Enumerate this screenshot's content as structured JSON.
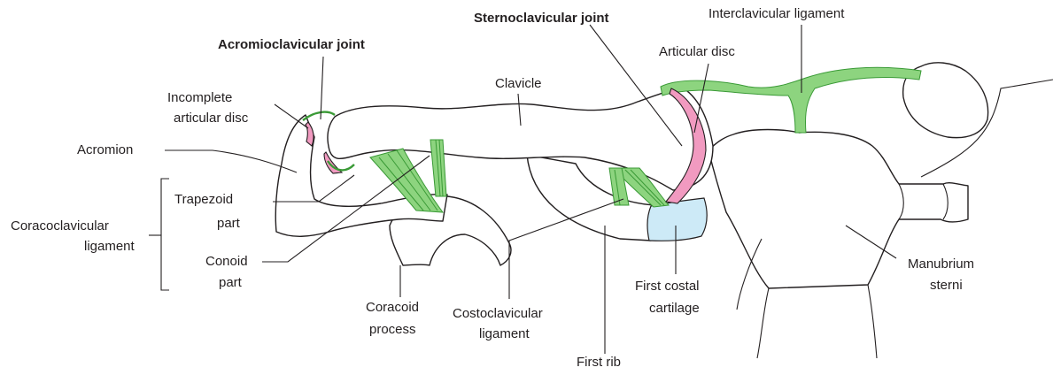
{
  "labels": {
    "acromioclavicular_joint": "Acromioclavicular joint",
    "sternoclavicular_joint": "Sternoclavicular joint",
    "interclavicular_ligament": "Interclavicular ligament",
    "articular_disc": "Articular disc",
    "incomplete_disc_line1": "Incomplete",
    "incomplete_disc_line2": "articular disc",
    "clavicle": "Clavicle",
    "acromion": "Acromion",
    "trapezoid_line1": "Trapezoid",
    "trapezoid_line2": "part",
    "coracoclavicular_line1": "Coracoclavicular",
    "coracoclavicular_line2": "ligament",
    "conoid_line1": "Conoid",
    "conoid_line2": "part",
    "coracoid_line1": "Coracoid",
    "coracoid_line2": "process",
    "costoclavicular_line1": "Costoclavicular",
    "costoclavicular_line2": "ligament",
    "first_rib": "First rib",
    "first_costal_line1": "First costal",
    "first_costal_line2": "cartilage",
    "manubrium_line1": "Manubrium",
    "manubrium_line2": "sterni"
  },
  "colors": {
    "ligament": "#8dd47f",
    "articular_disc": "#f19ac0",
    "cartilage": "#cdeaf7",
    "outline": "#231f20"
  }
}
